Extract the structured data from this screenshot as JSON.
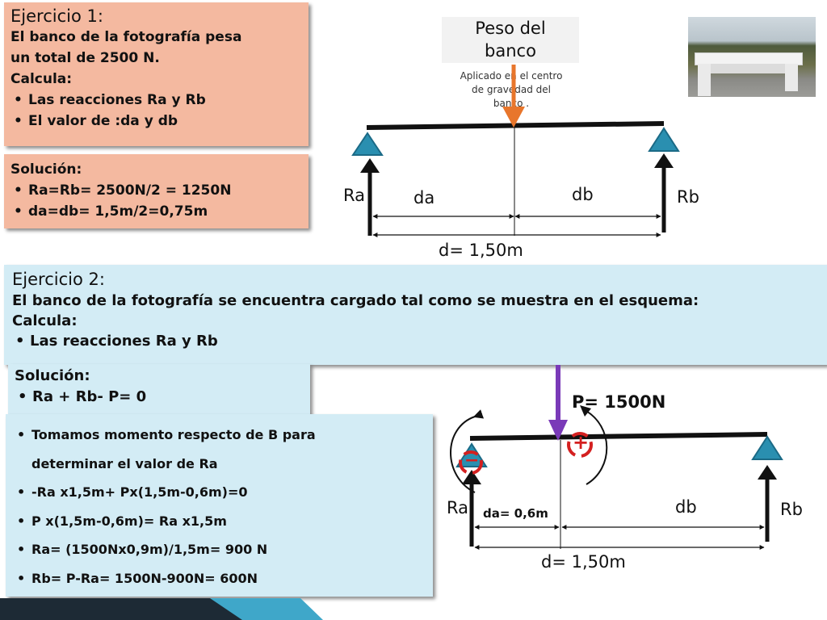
{
  "ex1": {
    "title": "Ejercicio 1:",
    "line1": "El banco de la fotografía pesa",
    "line2": "un total de 2500 N.",
    "calcula": "Calcula:",
    "items": [
      "Las reacciones Ra y Rb",
      "El valor de :da y db"
    ]
  },
  "sol1": {
    "title": "Solución:",
    "items": [
      "Ra=Rb= 2500N/2 = 1250N",
      "da=db= 1,5m/2=0,75m"
    ]
  },
  "diagram1": {
    "weight_line1": "Peso del",
    "weight_line2": "banco",
    "note_line1": "Aplicado en el centro",
    "note_line2": "de gravedad del",
    "note_line3": "banco .",
    "ra": "Ra",
    "rb": "Rb",
    "da": "da",
    "db": "db",
    "d": "d= 1,50m"
  },
  "ex2": {
    "title": "Ejercicio 2:",
    "line1": "El banco de la fotografía se encuentra cargado tal como se muestra en el esquema:",
    "calcula": "Calcula:",
    "items": [
      "Las reacciones Ra y Rb"
    ]
  },
  "sol2": {
    "title": "Solución:",
    "items": [
      "Ra + Rb- P= 0"
    ]
  },
  "moments": {
    "items": [
      "Tomamos momento respecto de B para",
      "determinar el valor de Ra",
      "-Ra x1,5m+ Px(1,5m-0,6m)=0",
      "P x(1,5m-0,6m)= Ra x1,5m",
      "Ra= (1500Nx0,9m)/1,5m= 900 N",
      "Rb= P-Ra= 1500N-900N= 600N"
    ]
  },
  "diagram2": {
    "p": "P= 1500N",
    "ra": "Ra",
    "rb": "Rb",
    "da": "da= 0,6m",
    "db": "db",
    "d": "d= 1,50m",
    "minus": "−",
    "plus": "+"
  },
  "colors": {
    "salmon": "#f4b9a0",
    "light_blue": "#d3ecf5",
    "orange_arrow": "#e8762c",
    "purple_arrow": "#7a3ab8",
    "support_teal": "#2a8fb0",
    "moment_red": "#d42020"
  }
}
